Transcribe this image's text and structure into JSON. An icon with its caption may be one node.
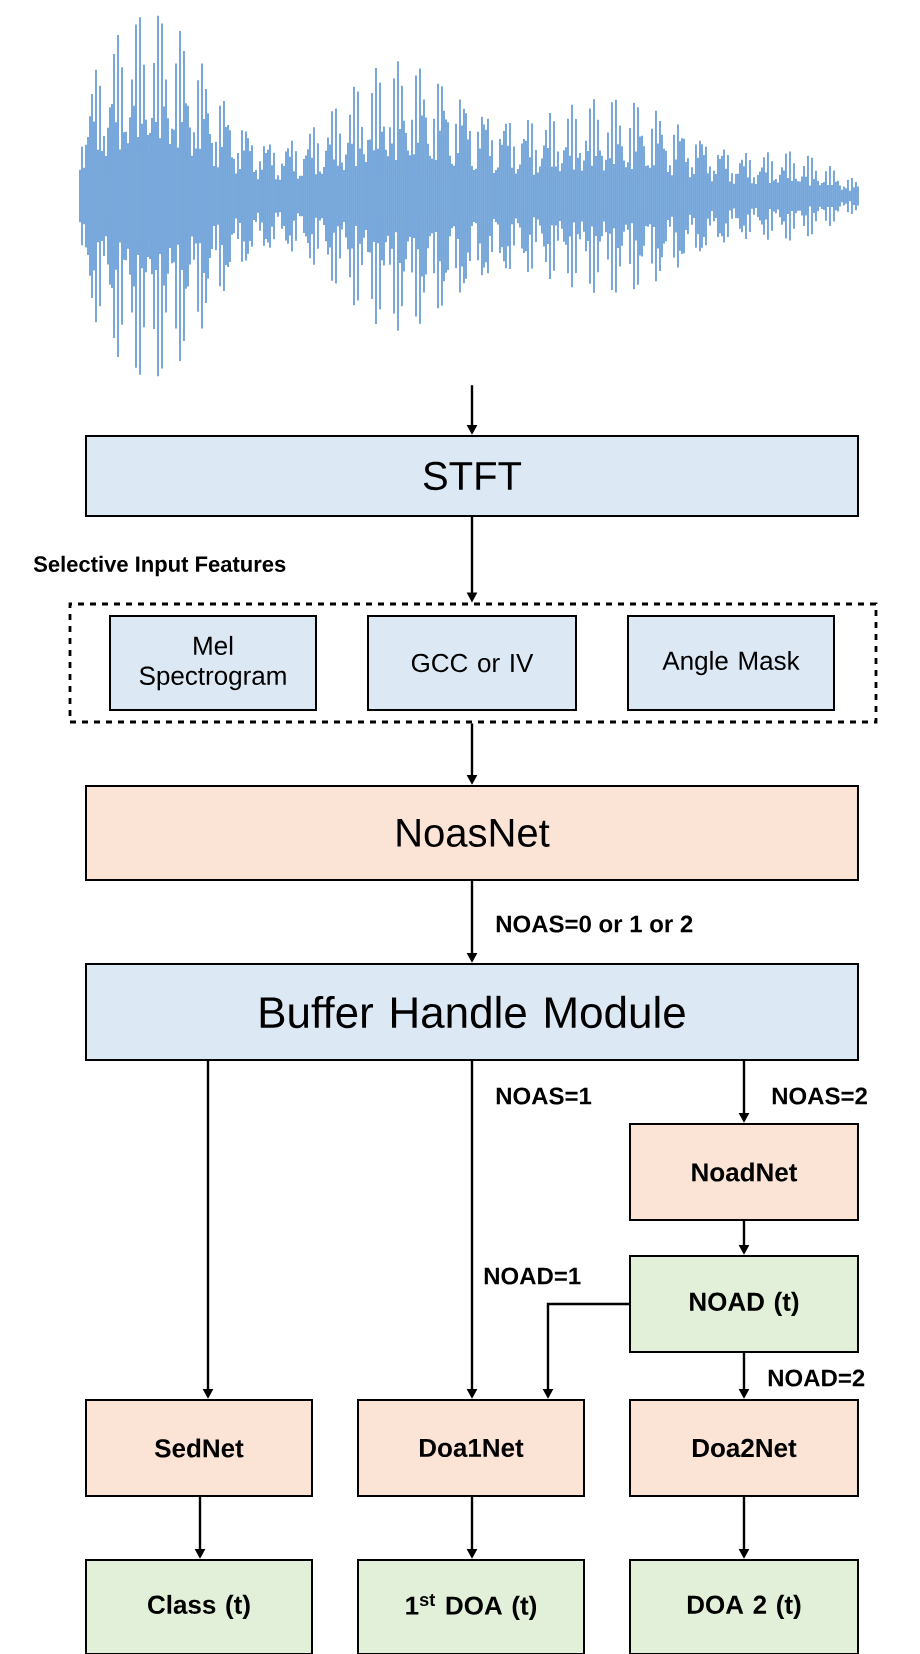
{
  "diagram": {
    "nodes": [
      {
        "text": [],
        "shape": "picture"
      },
      {
        "text": [
          "STFT"
        ]
      },
      {
        "text": [
          "Selective Input Features"
        ]
      },
      {
        "text": [
          "Mel Spectrogram"
        ],
        "in": 2
      },
      {
        "text": [
          "GCC or IV"
        ],
        "in": 2
      },
      {
        "text": [
          "Angle Mask"
        ],
        "in": 2
      },
      {
        "text": [
          "NoasNet"
        ]
      },
      {
        "text": [
          "Buffer Handle Module"
        ]
      },
      {
        "text": [
          "NoadNet"
        ]
      },
      {
        "text": [
          "NOAD (t)"
        ]
      },
      {
        "text": [
          "SedNet"
        ]
      },
      {
        "text": [
          "Doa1Net"
        ]
      },
      {
        "text": [
          "Doa2Net"
        ]
      },
      {
        "text": [
          "Class (t)"
        ]
      },
      {
        "text": [
          "1$^{st}$ DOA (t)"
        ]
      },
      {
        "text": [
          "DOA 2 (t)"
        ]
      }
    ],
    "edges": [
      {
        "from": 0,
        "to": 1,
        "arrow": "to"
      },
      {
        "from": 1,
        "to": 2,
        "arrow": "to"
      },
      {
        "from": 2,
        "to": 6,
        "arrow": "to"
      },
      {
        "from": 6,
        "to": 7,
        "arrow": "to",
        "label": "NOAS=0 or 1 or 2"
      },
      {
        "from": 7,
        "to": 10,
        "arrow": "to"
      },
      {
        "from": 7,
        "to": 11,
        "arrow": "to",
        "label": "NOAS=1"
      },
      {
        "from": 7,
        "to": 8,
        "arrow": "to",
        "label": "NOAS=2"
      },
      {
        "from": 8,
        "to": 9,
        "arrow": "to"
      },
      {
        "from": 9,
        "to": 11,
        "arrow": "to",
        "label": "NOAD=1"
      },
      {
        "from": 9,
        "to": 12,
        "arrow": "to",
        "label": "NOAD=2"
      },
      {
        "from": 10,
        "to": 13,
        "arrow": "to"
      },
      {
        "from": 11,
        "to": 14,
        "arrow": "to"
      },
      {
        "from": 12,
        "to": 15,
        "arrow": "to"
      }
    ]
  }
}
